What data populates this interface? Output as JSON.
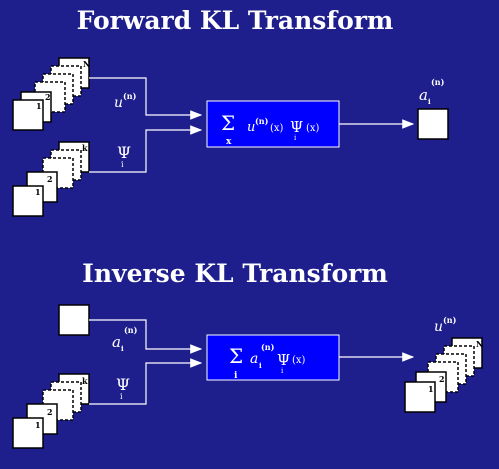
{
  "forward": {
    "title": "Forward KL Transform",
    "stack1_last_label": "N",
    "stack1_labels": [
      "1",
      "2"
    ],
    "stack2_last_label": "k",
    "stack2_labels": [
      "1",
      "2"
    ],
    "input1_symbol": "u",
    "input1_sup": "(n)",
    "input2_symbol": "Ψ",
    "input2_sub": "i",
    "sum_symbol": "Σ",
    "sum_sub": "x",
    "formula_u": "u",
    "formula_sup": "(n)",
    "formula_x1": "(x)",
    "formula_psi": "Ψ",
    "formula_psi_sub": "i",
    "formula_x2": "(x)",
    "output_symbol": "a",
    "output_sub": "i",
    "output_sup": "(n)"
  },
  "inverse": {
    "title": "Inverse KL Transform",
    "input1_symbol": "a",
    "input1_sub": "i",
    "input1_sup": "(n)",
    "input2_symbol": "Ψ",
    "input2_sub": "i",
    "stack2_last_label": "k",
    "stack2_labels": [
      "1",
      "2"
    ],
    "sum_symbol": "Σ",
    "sum_sub": "i",
    "formula_a": "a",
    "formula_a_sub": "i",
    "formula_a_sup": "(n)",
    "formula_psi": "Ψ",
    "formula_psi_sub": "i",
    "formula_x": "(x)",
    "output_symbol": "u",
    "output_sup": "(n)",
    "out_stack_last_label": "N",
    "out_stack_labels": [
      "1",
      "2"
    ]
  },
  "colors": {
    "background": "#1e1e8c",
    "box": "#0000ff",
    "line": "#ffffff"
  }
}
